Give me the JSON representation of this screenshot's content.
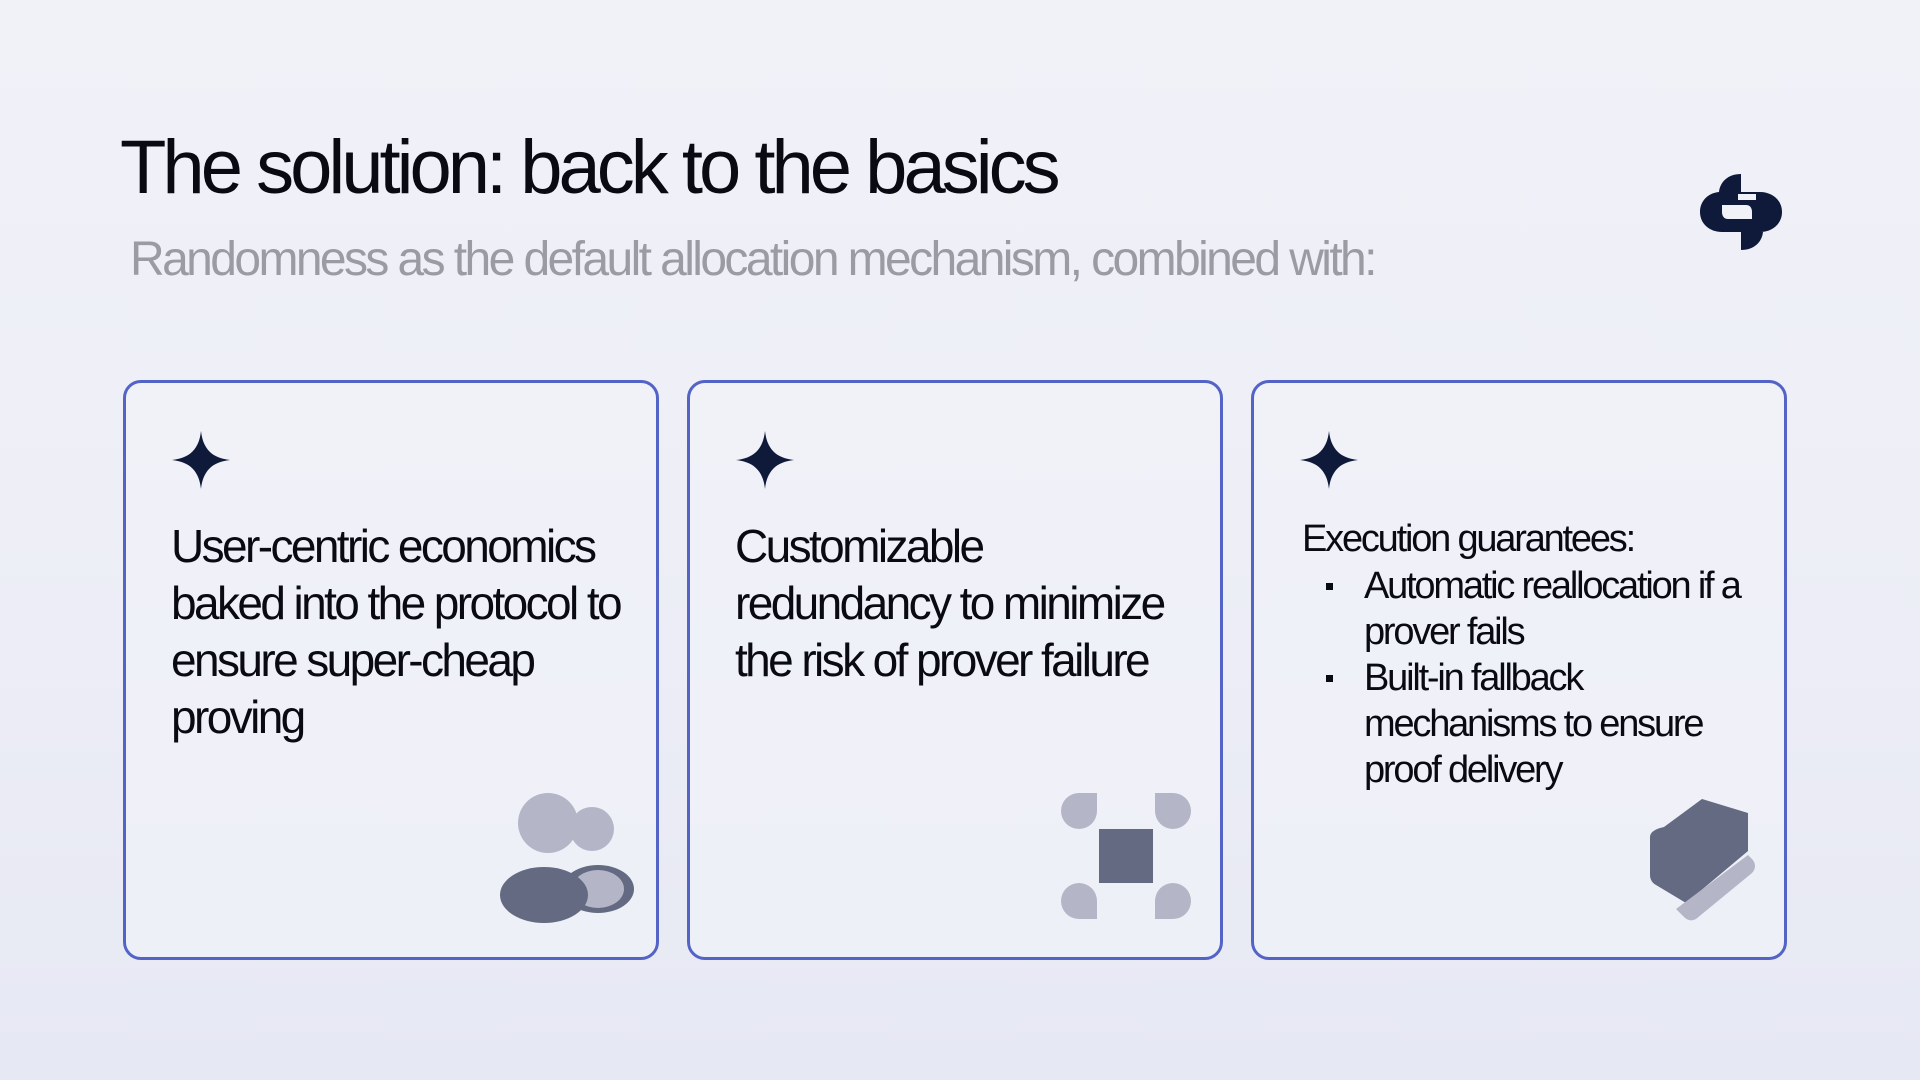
{
  "slide": {
    "title": "The solution: back to the basics",
    "subtitle": "Randomness as the default allocation mechanism, combined with:"
  },
  "cards": [
    {
      "text": "User-centric economics baked into the protocol to ensure super-cheap proving",
      "icon": "users-icon"
    },
    {
      "text": "Customizable redundancy to minimize the risk of prover failure",
      "icon": "nodes-icon"
    },
    {
      "heading": "Execution guarantees:",
      "bullets": [
        "Automatic reallocation if a prover fails",
        "Built-in fallback mechanisms to ensure proof delivery"
      ],
      "icon": "shield-icon"
    }
  ],
  "colors": {
    "accent_border": "#5464c6",
    "icon_dark": "#0f1a3a",
    "icon_light": "#b4b6c8",
    "icon_mid": "#636a82",
    "title": "#0a0a12",
    "subtitle": "#9a9ba3"
  }
}
